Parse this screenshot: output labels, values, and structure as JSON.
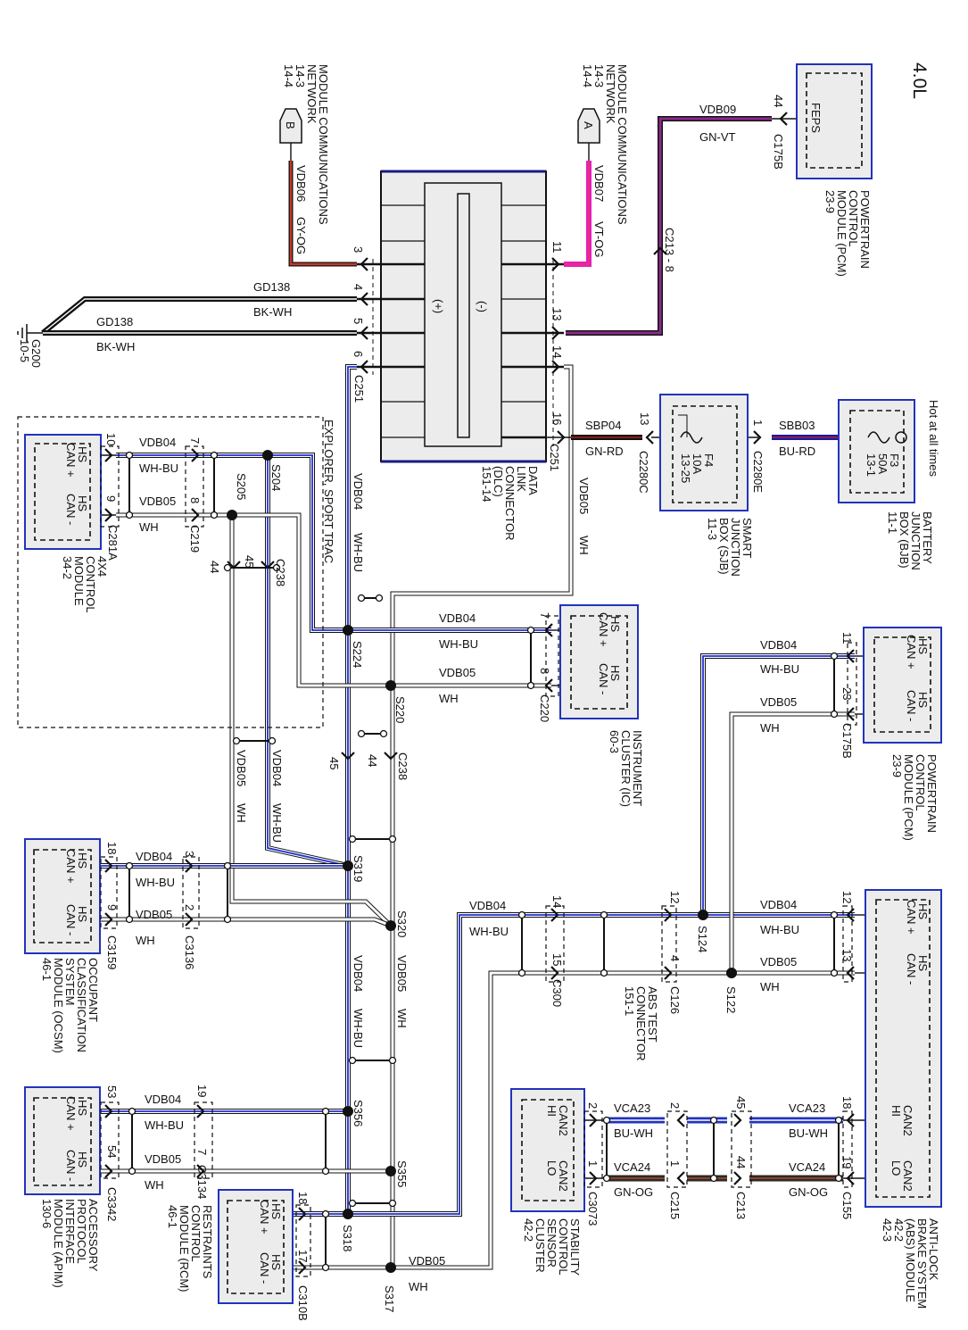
{
  "title": "4.0L",
  "hot_at_all_times": "Hot at all times",
  "section_label": "EXPLORER, SPORT TRAC",
  "hs_can": {
    "hs": "HS",
    "plus": "CAN +",
    "minus": "CAN -"
  },
  "can2": {
    "can2": "CAN2",
    "hi": "HI",
    "lo": "LO"
  },
  "modules": {
    "pcm_feps": {
      "label": [
        "POWERTRAIN",
        "CONTROL",
        "MODULE (PCM)",
        "23-9"
      ],
      "function": "FEPS"
    },
    "bjb": {
      "label": [
        "BATTERY",
        "JUNCTION",
        "BOX (BJB)",
        "11-1"
      ],
      "fuse": [
        "F3",
        "50A",
        "13-1"
      ]
    },
    "sjb": {
      "label": [
        "SMART",
        "JUNCTION",
        "BOX (SJB)",
        "11-3"
      ],
      "fuse": [
        "F4",
        "10A",
        "13-25"
      ]
    },
    "dlc": {
      "label": [
        "DATA",
        "LINK",
        "CONNECTOR",
        "(DLC)",
        "151-14"
      ],
      "plus": "(+)",
      "minus": "(-)"
    },
    "mcn_a": {
      "label": [
        "MODULE COMMUNICATIONS",
        "NETWORK",
        "14-3",
        "14-4"
      ],
      "letter": "A"
    },
    "mcn_b": {
      "label": [
        "MODULE COMMUNICATIONS",
        "NETWORK",
        "14-3",
        "14-4"
      ],
      "letter": "B"
    },
    "x4": {
      "label": [
        "4X4",
        "CONTROL",
        "MODULE",
        "34-2"
      ]
    },
    "ic": {
      "label": [
        "INSTRUMENT",
        "CLUSTER (IC)",
        "60-3"
      ]
    },
    "pcm": {
      "label": [
        "POWERTRAIN",
        "CONTROL",
        "MODULE (PCM)",
        "23-9"
      ]
    },
    "ocsm": {
      "label": [
        "OCCUPANT",
        "CLASSIFICATION",
        "SYSTEM",
        "MODULE (OCSM)",
        "46-1"
      ]
    },
    "apim": {
      "label": [
        "ACCESSORY",
        "PROTOCOL",
        "INTERFACE",
        "MODULE (APIM)",
        "130-6"
      ]
    },
    "rcm": {
      "label": [
        "RESTRAINTS",
        "CONTROL",
        "MODULE (RCM)",
        "46-1"
      ]
    },
    "abs_test": {
      "label": [
        "ABS TEST",
        "CONNECTOR",
        "151-1"
      ]
    },
    "scs": {
      "label": [
        "STABILITY",
        "CONTROL",
        "SENSOR",
        "CLUSTER",
        "42-2"
      ]
    },
    "abs": {
      "label": [
        "ANTI-LOCK",
        "BRAKE SYSTEM",
        "(ABS) MODULE",
        "42-2",
        "42-3"
      ]
    }
  },
  "ground": {
    "id": "G200",
    "ref": "10-5"
  },
  "circuits": {
    "vdb04": "VDB04",
    "vdb05": "VDB05",
    "vdb06": "VDB06",
    "vdb07": "VDB07",
    "vdb09": "VDB09",
    "gd138": "GD138",
    "sbp04": "SBP04",
    "sbb03": "SBB03",
    "vca23": "VCA23",
    "vca24": "VCA24"
  },
  "wire_colors": {
    "wh_bu": "WH-BU",
    "wh": "WH",
    "gy_og": "GY-OG",
    "vt_og": "VT-OG",
    "gn_vt": "GN-VT",
    "bk_wh": "BK-WH",
    "gn_rd": "GN-RD",
    "bu_rd": "BU-RD",
    "bu_wh": "BU-WH",
    "gn_og": "GN-OG"
  },
  "connectors": {
    "c175b_feps": {
      "id": "C175B",
      "pins": [
        "44"
      ]
    },
    "c213_8": {
      "label": "C213 - 8"
    },
    "c251_left": {
      "id": "C251",
      "pins": [
        "3",
        "4",
        "5",
        "6"
      ]
    },
    "c251_right": {
      "id": "C251",
      "pins": [
        "11",
        "13",
        "14",
        "16"
      ]
    },
    "c2280c": {
      "id": "C2280C",
      "pins": [
        "13"
      ]
    },
    "c2280e": {
      "id": "C2280E",
      "pins": [
        "1"
      ]
    },
    "c281a": {
      "id": "C281A",
      "pins": [
        "10",
        "9"
      ]
    },
    "c219": {
      "id": "C219",
      "pins": [
        "7",
        "8"
      ]
    },
    "c238_upper": {
      "id": "C238",
      "pins": [
        "45",
        "44"
      ]
    },
    "c220": {
      "id": "C220",
      "pins": [
        "7",
        "8"
      ]
    },
    "c175b_pcm": {
      "id": "C175B",
      "pins": [
        "11",
        "23"
      ]
    },
    "c238_lower": {
      "id": "C238",
      "pins": [
        "45",
        "44"
      ]
    },
    "c3159": {
      "id": "C3159",
      "pins": [
        "18",
        "9"
      ]
    },
    "c3136": {
      "id": "C3136",
      "pins": [
        "3",
        "2"
      ]
    },
    "c3342": {
      "id": "C3342",
      "pins": [
        "53",
        "54"
      ]
    },
    "c3134": {
      "id": "C3134",
      "pins": [
        "19",
        "7"
      ]
    },
    "c310b": {
      "id": "C310B",
      "pins": [
        "18",
        "17"
      ]
    },
    "c300": {
      "id": "C300",
      "pins": [
        "14",
        "15"
      ]
    },
    "c126": {
      "id": "C126",
      "pins": [
        "12",
        "4"
      ]
    },
    "abs_hs": {
      "pins": [
        "12",
        "13"
      ]
    },
    "c155": {
      "id": "C155",
      "pins": [
        "18",
        "19"
      ]
    },
    "c213": {
      "id": "C213",
      "pins": [
        "45",
        "44"
      ]
    },
    "c215": {
      "id": "C215",
      "pins": [
        "2",
        "1"
      ]
    },
    "c3073": {
      "id": "C3073",
      "pins": [
        "2",
        "1"
      ]
    }
  },
  "splices": {
    "s204": "S204",
    "s205": "S205",
    "s224": "S224",
    "s220": "S220",
    "s319": "S319",
    "s320": "S320",
    "s356": "S356",
    "s355": "S355",
    "s318": "S318",
    "s317": "S317",
    "s124": "S124",
    "s122": "S122"
  },
  "colors": {
    "module_border": "#2233bb",
    "module_fill": "#ececec",
    "blue_stripe": "#1f2fd0",
    "violet": "#8b2a8b",
    "magenta": "#e020c0",
    "red": "#c0392b"
  }
}
